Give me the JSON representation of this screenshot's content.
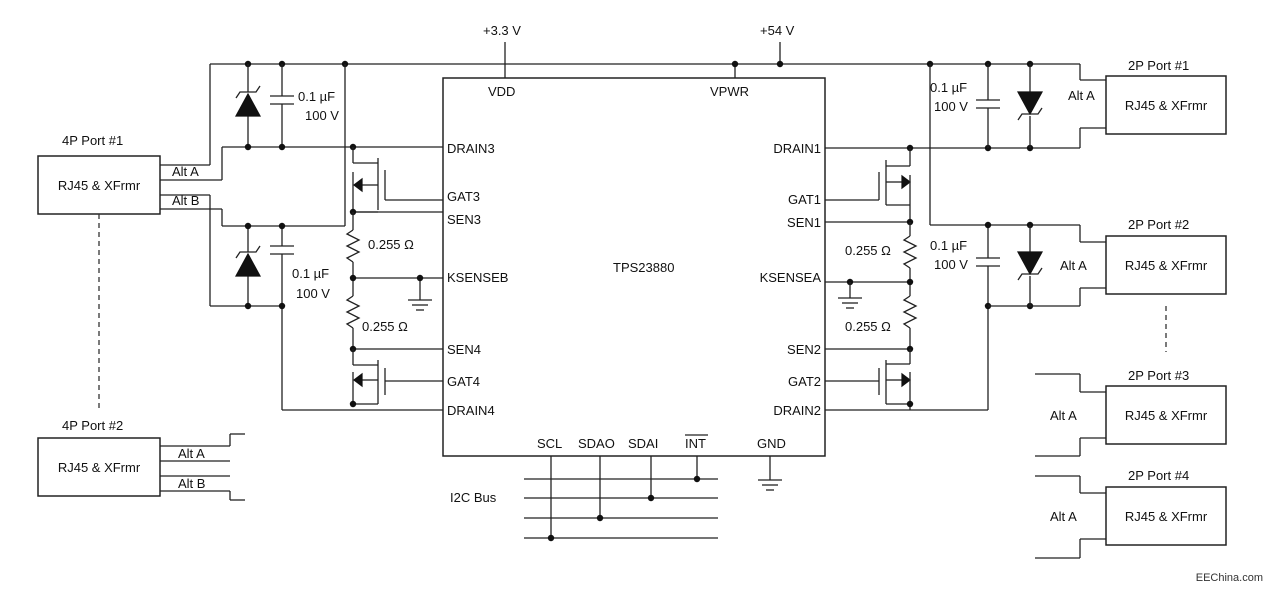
{
  "rails": {
    "v33": "+3.3 V",
    "v54": "+54 V"
  },
  "ic": {
    "name": "TPS23880",
    "vdd": "VDD",
    "vpwr": "VPWR",
    "drain3": "DRAIN3",
    "gat3": "GAT3",
    "sen3": "SEN3",
    "ksenseb": "KSENSEB",
    "sen4": "SEN4",
    "gat4": "GAT4",
    "drain4": "DRAIN4",
    "drain1": "DRAIN1",
    "gat1": "GAT1",
    "sen1": "SEN1",
    "ksensea": "KSENSEA",
    "sen2": "SEN2",
    "gat2": "GAT2",
    "drain2": "DRAIN2",
    "scl": "SCL",
    "sdao": "SDAO",
    "sdai": "SDAI",
    "int": "INT",
    "gnd": "GND"
  },
  "i2c_bus": "I2C Bus",
  "ports": {
    "p4_1": "4P Port #1",
    "p4_2": "4P Port #2",
    "p2_1": "2P Port #1",
    "p2_2": "2P Port #2",
    "p2_3": "2P Port #3",
    "p2_4": "2P Port #4"
  },
  "rj45": "RJ45 & XFrmr",
  "alt_a": "Alt A",
  "alt_b": "Alt B",
  "cap_value": "0.1 µF",
  "cap_voltage": "100 V",
  "resistor": "0.255 Ω",
  "watermark": "EEChina.com"
}
